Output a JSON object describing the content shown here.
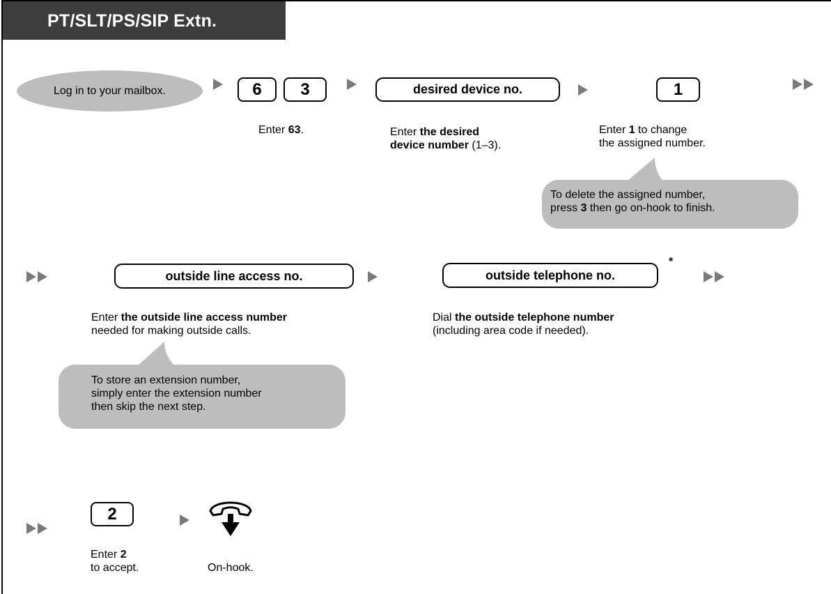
{
  "title": "PT/SLT/PS/SIP Extn.",
  "step1": {
    "login_label": "Log in to your mailbox.",
    "key_6": "6",
    "key_3": "3",
    "enter_63_pre": "Enter ",
    "enter_63_bold": "63",
    "enter_63_post": ".",
    "device_pill": "desired device no.",
    "device_pre": "Enter ",
    "device_bold_1": "the desired",
    "device_bold_2": "device number",
    "device_post": " (1–3).",
    "key_1": "1",
    "change_pre": "Enter ",
    "change_bold": "1",
    "change_post": " to change",
    "change_line2": "the assigned number.",
    "delete_line1": "To delete the assigned number,",
    "delete_pre": "press ",
    "delete_bold": "3",
    "delete_post": " then go on-hook to finish."
  },
  "step2": {
    "access_pill": "outside line access no.",
    "access_pre": "Enter ",
    "access_bold": "the outside line access number",
    "access_line2": "needed for making outside calls.",
    "tel_pill": "outside telephone no.",
    "asterisk": "*",
    "tel_pre": "Dial ",
    "tel_bold": "the outside telephone number",
    "tel_line2": "(including area code if needed).",
    "store_line1": "To store an extension number,",
    "store_line2": "simply enter the extension number",
    "store_line3": "then skip the next step."
  },
  "step3": {
    "key_2": "2",
    "accept_pre": "Enter ",
    "accept_bold": "2",
    "accept_line2": "to accept.",
    "onhook_label": "On-hook."
  }
}
